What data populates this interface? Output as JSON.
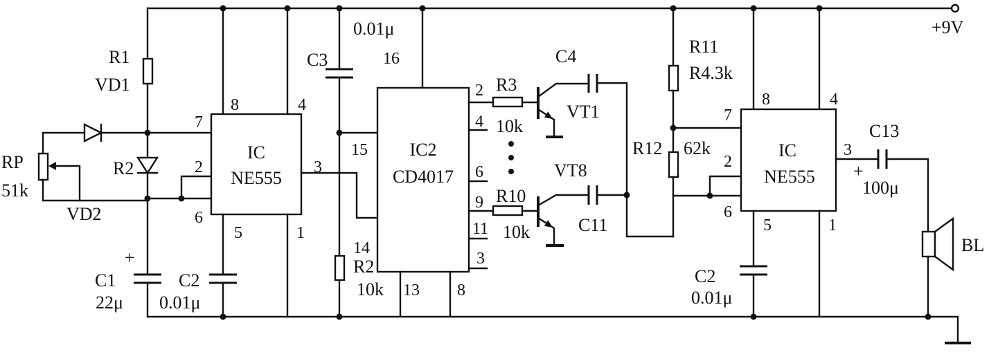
{
  "supply": {
    "label": "+9V"
  },
  "left_timer": {
    "r1": "R1",
    "vd1": "VD1",
    "rp": "RP",
    "rp_value": "51k",
    "r2": "R2",
    "vd2": "VD2",
    "c1": "C1",
    "c1_value": "22μ",
    "c1_polarity": "+",
    "c2": "C2",
    "c2_value": "0.01μ",
    "ic_ref": "IC",
    "ic_part": "NE555",
    "pins": {
      "p7": "7",
      "p8": "8",
      "p4": "4",
      "p2": "2",
      "p6": "6",
      "p5": "5",
      "p1": "1",
      "p3": "3"
    }
  },
  "counter": {
    "c3": "C3",
    "c3_value": "0.01μ",
    "ic_ref": "IC2",
    "ic_part": "CD4017",
    "pins": {
      "p16": "16",
      "p15": "15",
      "p2": "2",
      "p4": "4",
      "p6": "6",
      "p9": "9",
      "p11": "11",
      "p3": "3",
      "p14": "14",
      "p13": "13",
      "p8": "8"
    },
    "r2": "R2",
    "r2_value": "10k"
  },
  "drivers": {
    "r3": "R3",
    "r3_value": "10k",
    "c4": "C4",
    "vt1": "VT1",
    "vt8": "VT8",
    "r10": "R10",
    "r10_value": "10k",
    "c11": "C11"
  },
  "tone_timer": {
    "r11": "R11",
    "r11_value": "R4.3k",
    "r12": "R12",
    "r12_value": "62k",
    "ic_ref": "IC",
    "ic_part": "NE555",
    "pins": {
      "p7": "7",
      "p8": "8",
      "p4": "4",
      "p2": "2",
      "p6": "6",
      "p5": "5",
      "p1": "1",
      "p3": "3"
    },
    "c2": "C2",
    "c2_value": "0.01μ",
    "c13": "C13",
    "c13_value": "100μ",
    "c13_polarity": "+",
    "speaker": "BL"
  },
  "colors": {
    "ink": "#111111",
    "paper": "#ffffff"
  }
}
